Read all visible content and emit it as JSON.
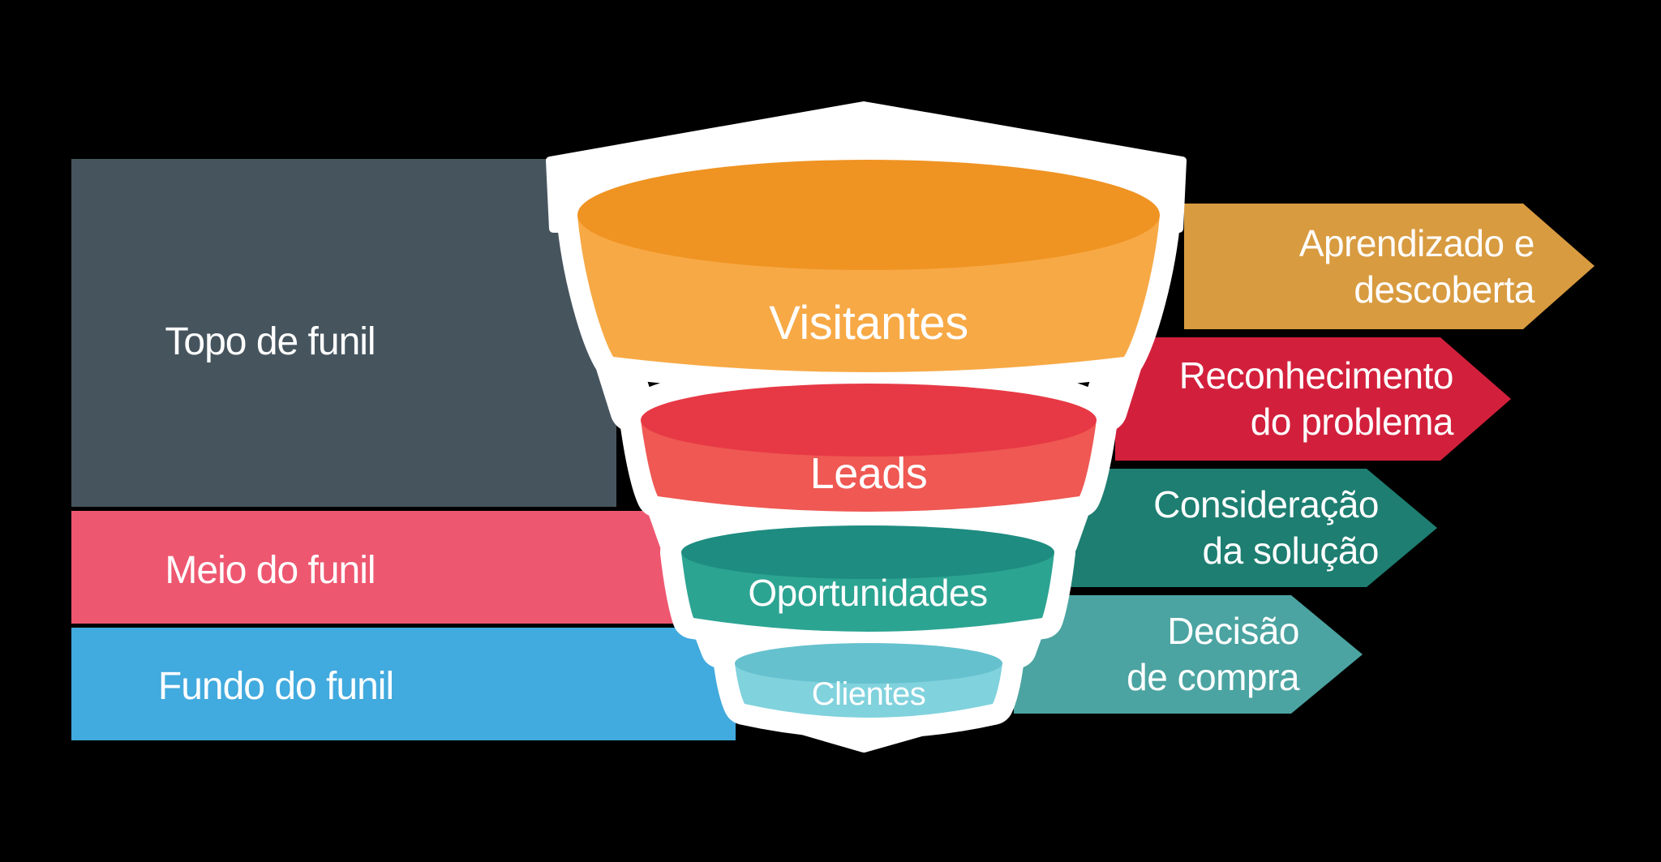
{
  "canvas": {
    "background": "#000000"
  },
  "left_bands": [
    {
      "label": "Topo de funil",
      "color": "#46545E"
    },
    {
      "label": "Meio do funil",
      "color": "#EE5770"
    },
    {
      "label": "Fundo do funil",
      "color": "#41AADE"
    }
  ],
  "funnel_stages": [
    {
      "label": "Visitantes",
      "top_color": "#EF9322",
      "body_color": "#F7A945"
    },
    {
      "label": "Leads",
      "top_color": "#E73945",
      "body_color": "#EF5853"
    },
    {
      "label": "Oportunidades",
      "top_color": "#1E8C81",
      "body_color": "#2CA492"
    },
    {
      "label": "Clientes",
      "top_color": "#65C1CE",
      "body_color": "#80D2DD"
    }
  ],
  "right_arrows": [
    {
      "line1": "Aprendizado e",
      "line2": "descoberta",
      "color": "#D89B40"
    },
    {
      "line1": "Reconhecimento",
      "line2": "do problema",
      "color": "#D2203C"
    },
    {
      "line1": "Consideração",
      "line2": "da solução",
      "color": "#1D7E71"
    },
    {
      "line1": "Decisão",
      "line2": "de compra",
      "color": "#4BA4A1"
    }
  ]
}
